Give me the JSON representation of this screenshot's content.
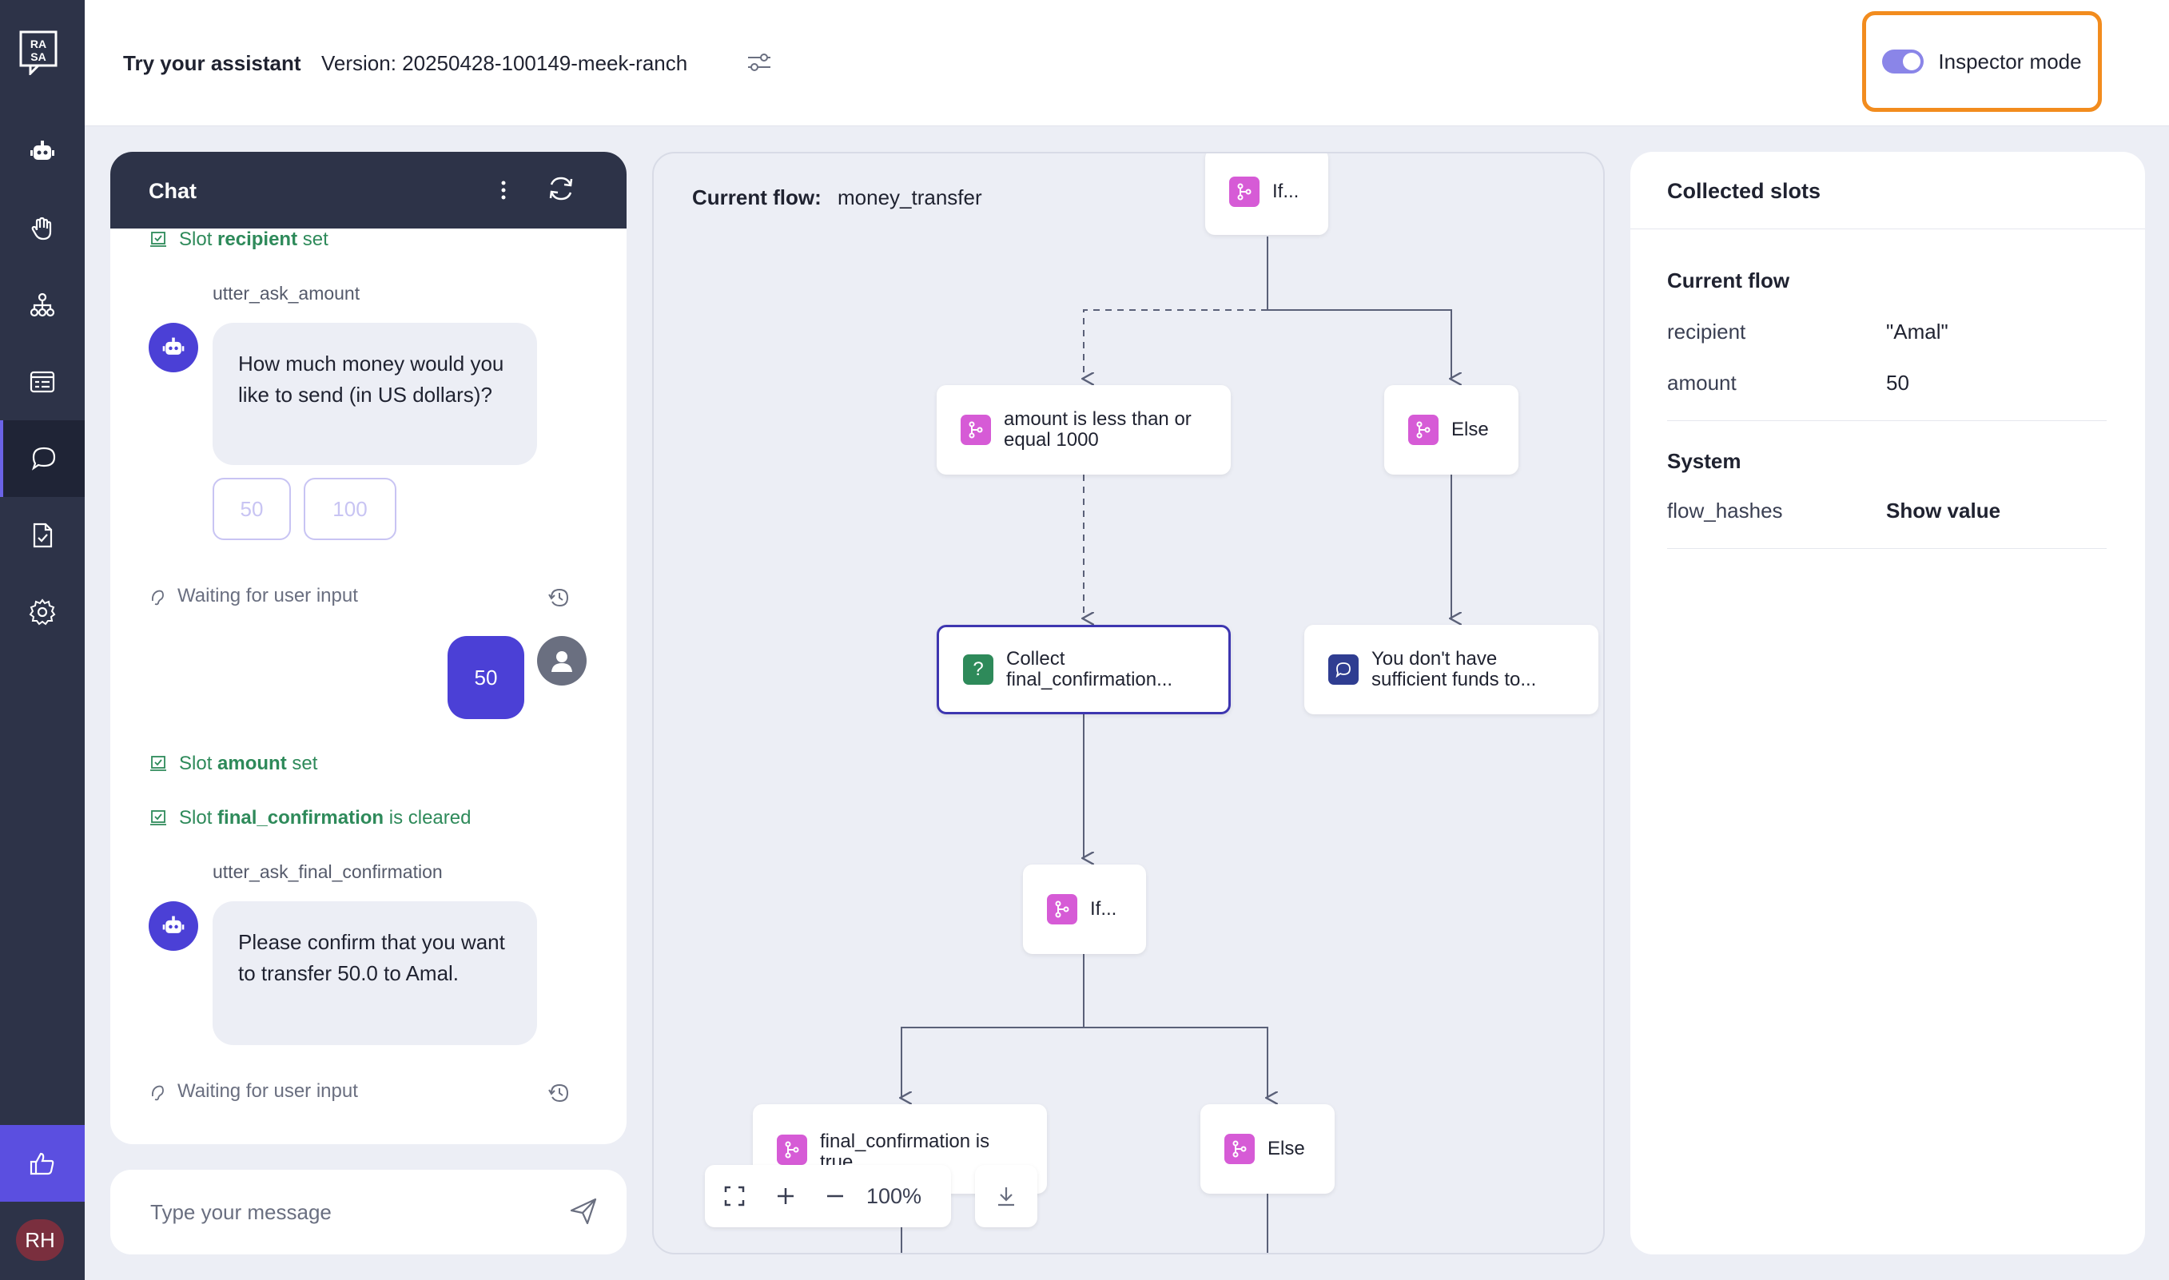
{
  "app": {
    "logo_text": "RASA"
  },
  "sidebar": {
    "items": [
      {
        "icon": "bot-icon"
      },
      {
        "icon": "hand-icon"
      },
      {
        "icon": "flows-icon"
      },
      {
        "icon": "responses-icon"
      },
      {
        "icon": "chat-icon",
        "active": true
      },
      {
        "icon": "document-check-icon"
      },
      {
        "icon": "gear-icon"
      }
    ],
    "feedback_icon": "thumbs-up-icon",
    "user_initials": "RH"
  },
  "header": {
    "title": "Try your assistant",
    "version": "Version: 20250428-100149-meek-ranch",
    "inspector_label": "Inspector mode",
    "inspector_on": true
  },
  "chat": {
    "title": "Chat",
    "events": {
      "slot_recipient": {
        "prefix": "Slot",
        "name": "recipient",
        "suffix": "set"
      },
      "utter1": "utter_ask_amount",
      "bot1": "How much money would you like to send (in US dollars)?",
      "quick_replies": [
        "50",
        "100"
      ],
      "wait1": "Waiting for user input",
      "user1": "50",
      "slot_amount": {
        "prefix": "Slot",
        "name": "amount",
        "suffix": "set"
      },
      "slot_final": {
        "prefix": "Slot",
        "name": "final_confirmation",
        "suffix": "is cleared"
      },
      "utter2": "utter_ask_final_confirmation",
      "bot2": "Please confirm that you want to transfer 50.0 to Amal.",
      "wait2": "Waiting for user input"
    },
    "input_placeholder": "Type your message"
  },
  "flow": {
    "label": "Current flow:",
    "name": "money_transfer",
    "nodes": {
      "if_top": "If...",
      "cond1": "amount is less than or equal 1000",
      "else1": "Else",
      "collect": "Collect final_confirmation...",
      "msg": "You don't have sufficient funds to...",
      "if_mid": "If...",
      "cond2": "final_confirmation is true",
      "else2": "Else"
    },
    "zoom": "100%"
  },
  "slots": {
    "title": "Collected slots",
    "current_flow_title": "Current flow",
    "current": [
      {
        "key": "recipient",
        "value": "\"Amal\""
      },
      {
        "key": "amount",
        "value": "50"
      }
    ],
    "system_title": "System",
    "system": [
      {
        "key": "flow_hashes",
        "value": "Show value"
      }
    ]
  },
  "colors": {
    "accent": "#4b40d6",
    "sidebar": "#2d3348",
    "highlight": "#f28c1e",
    "success": "#2e8a5a"
  }
}
